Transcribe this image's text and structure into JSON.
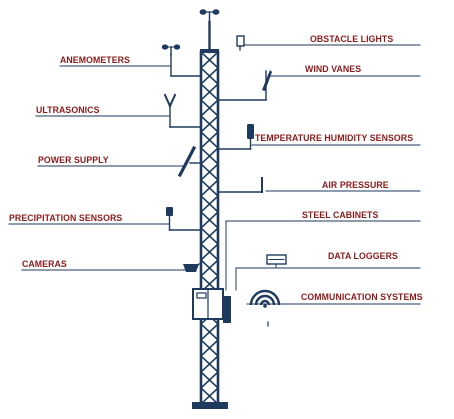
{
  "colors": {
    "tower": "#1f3a5f",
    "label": "#8b1a1a",
    "leader": "#1f3a5f",
    "underline": "#8a8fa0"
  },
  "labels": {
    "left": [
      {
        "id": "anemometers",
        "text": "ANEMOMETERS",
        "icon": "anemometer-icon"
      },
      {
        "id": "ultrasonics",
        "text": "ULTRASONICS",
        "icon": "ultrasonic-sensor-icon"
      },
      {
        "id": "power_supply",
        "text": "POWER SUPPLY",
        "icon": "solar-panel-icon"
      },
      {
        "id": "precipitation_sensors",
        "text": "PRECIPITATION SENSORS",
        "icon": "rain-gauge-icon"
      },
      {
        "id": "cameras",
        "text": "CAMERAS",
        "icon": "camera-icon"
      }
    ],
    "right": [
      {
        "id": "obstacle_lights",
        "text": "OBSTACLE LIGHTS",
        "icon": "beacon-light-icon"
      },
      {
        "id": "wind_vanes",
        "text": "WIND VANES",
        "icon": "wind-vane-icon"
      },
      {
        "id": "temperature_humidity_sensors",
        "text": "TEMPERATURE HUMIDITY SENSORS",
        "icon": "thermometer-sensor-icon"
      },
      {
        "id": "air_pressure",
        "text": "AIR PRESSURE",
        "icon": "barometer-icon"
      },
      {
        "id": "steel_cabinets",
        "text": "STEEL CABINETS",
        "icon": "cabinet-icon"
      },
      {
        "id": "data_loggers",
        "text": "DATA LOGGERS",
        "icon": "data-logger-icon"
      },
      {
        "id": "communication_systems",
        "text": "COMMUNICATION SYSTEMS",
        "icon": "wifi-antenna-icon"
      }
    ]
  }
}
